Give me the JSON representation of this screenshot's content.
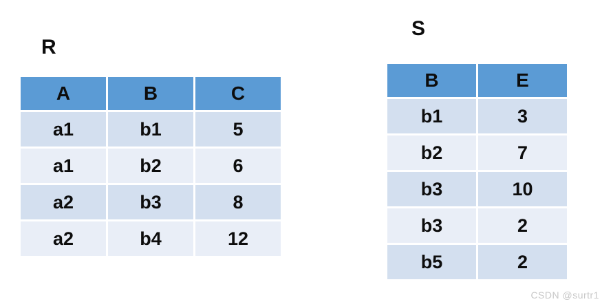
{
  "colors": {
    "header_bg": "#5b9bd5",
    "row_band_dark": "#d3dfef",
    "row_band_light": "#e9eef7",
    "text": "#0d0d0d",
    "watermark": "#c7c7c7",
    "background": "#ffffff"
  },
  "tables": [
    {
      "title": "R",
      "columns": [
        "A",
        "B",
        "C"
      ],
      "rows": [
        [
          "a1",
          "b1",
          "5"
        ],
        [
          "a1",
          "b2",
          "6"
        ],
        [
          "a2",
          "b3",
          "8"
        ],
        [
          "a2",
          "b4",
          "12"
        ]
      ]
    },
    {
      "title": "S",
      "columns": [
        "B",
        "E"
      ],
      "rows": [
        [
          "b1",
          "3"
        ],
        [
          "b2",
          "7"
        ],
        [
          "b3",
          "10"
        ],
        [
          "b3",
          "2"
        ],
        [
          "b5",
          "2"
        ]
      ]
    }
  ],
  "watermark": {
    "text": "CSDN @surtr1"
  }
}
